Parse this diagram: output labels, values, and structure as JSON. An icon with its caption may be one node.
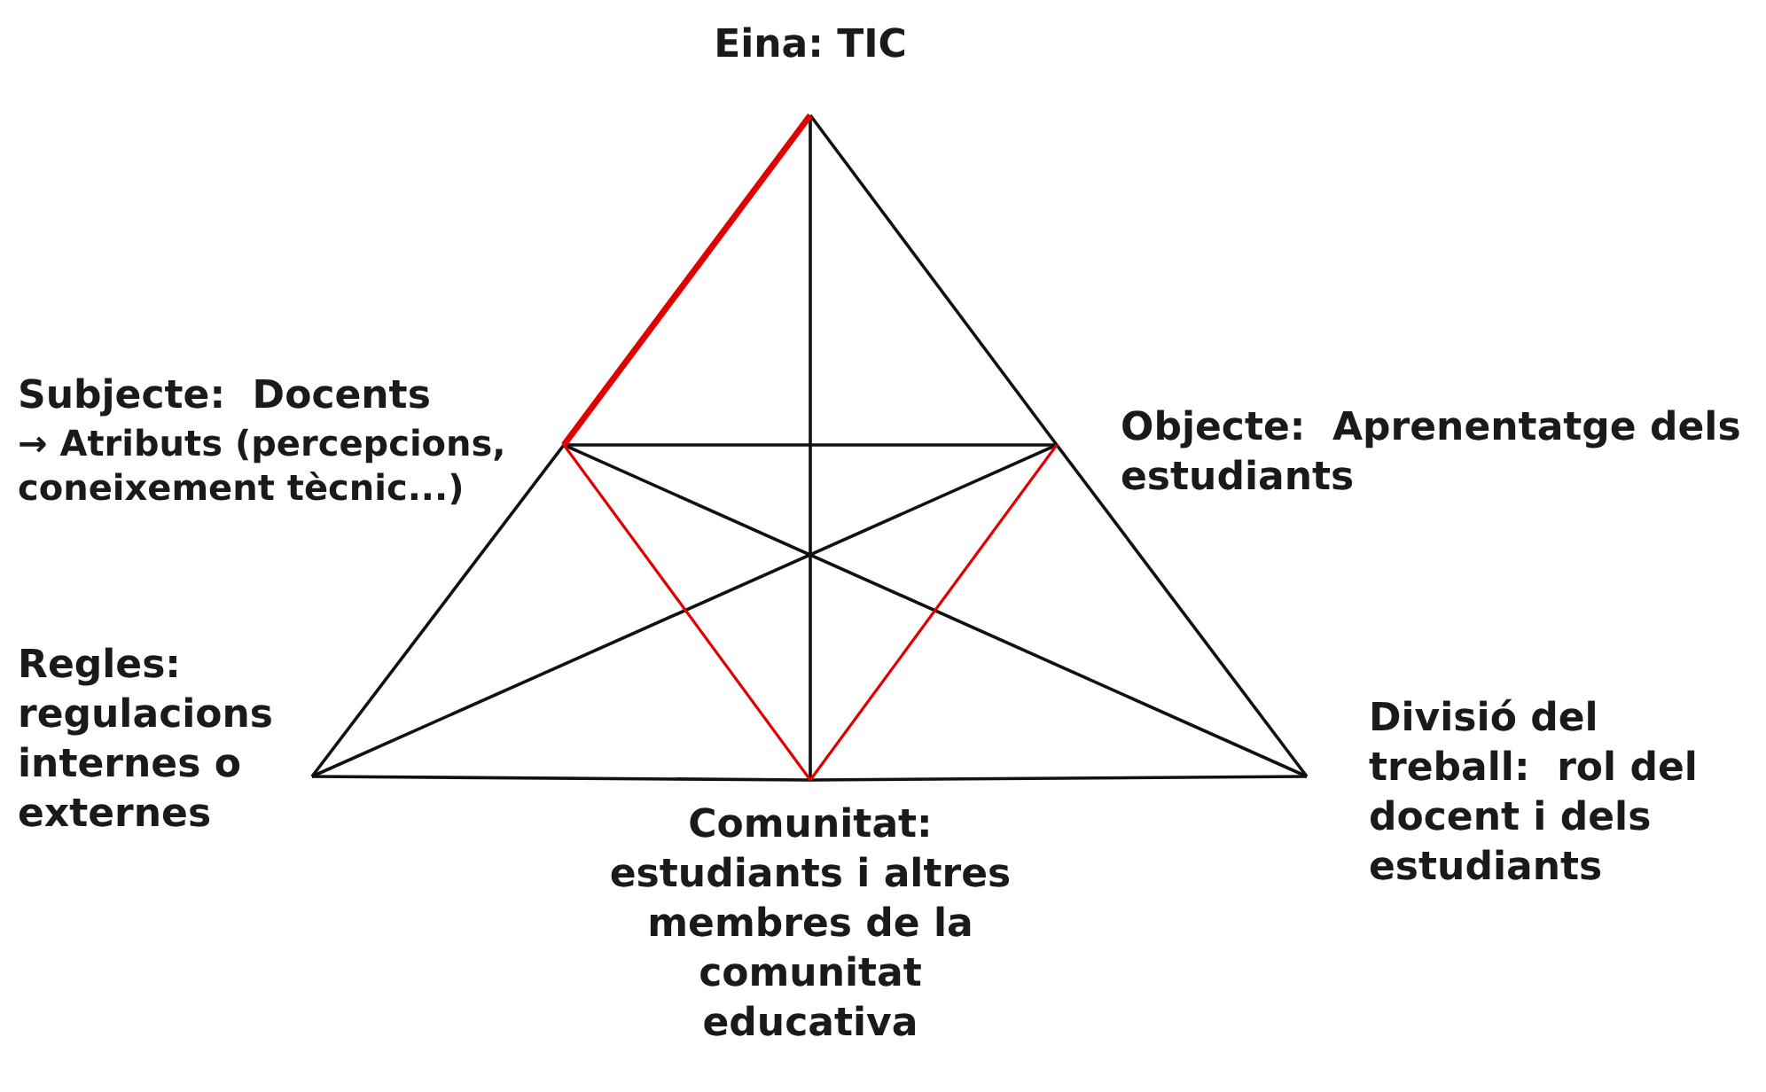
{
  "diagram": {
    "nodes": [
      {
        "text": [
          "Eina: TIC"
        ]
      },
      {
        "text": [
          "Subjecte:  Docents",
          "→ Atributs (percepcions, coneixement tècnic...)"
        ]
      },
      {
        "text": [
          "Objecte:  Aprenentatge dels estudiants"
        ]
      },
      {
        "text": [
          "Regles: regulacions internes o externes"
        ]
      },
      {
        "text": [
          "Comunitat: estudiants i altres membres de la comunitat educativa"
        ]
      },
      {
        "text": [
          "Divisió del treball:  rol del docent i dels estudiants"
        ]
      }
    ],
    "edges": [
      {
        "from": 0,
        "to": 1,
        "arrow": "none",
        "style": "thick",
        "color": "#e00000"
      },
      {
        "from": 0,
        "to": 2,
        "arrow": "none"
      },
      {
        "from": 1,
        "to": 3,
        "arrow": "none"
      },
      {
        "from": 2,
        "to": 5,
        "arrow": "none"
      },
      {
        "from": 3,
        "to": 4,
        "arrow": "none"
      },
      {
        "from": 4,
        "to": 5,
        "arrow": "none"
      },
      {
        "from": 0,
        "to": 4,
        "arrow": "none"
      },
      {
        "from": 1,
        "to": 2,
        "arrow": "none"
      },
      {
        "from": 1,
        "to": 5,
        "arrow": "none"
      },
      {
        "from": 2,
        "to": 3,
        "arrow": "none"
      },
      {
        "from": 1,
        "to": 4,
        "arrow": "none",
        "color": "#e00000"
      },
      {
        "from": 2,
        "to": 4,
        "arrow": "none",
        "color": "#e00000"
      }
    ]
  }
}
